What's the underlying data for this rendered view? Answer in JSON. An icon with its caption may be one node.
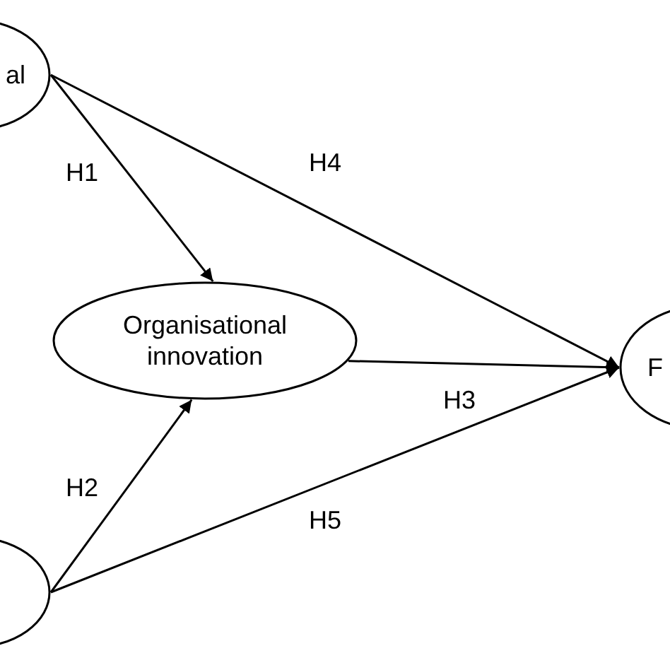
{
  "diagram": {
    "nodes": [
      {
        "text": [
          "al"
        ]
      },
      {
        "text": [
          "Organisational innovation"
        ]
      },
      {
        "text": [],
        "shape": "ellipse"
      },
      {
        "text": [
          "F"
        ]
      }
    ],
    "edges": [
      {
        "from": 0,
        "to": 1,
        "arrow": "to",
        "label": "H1"
      },
      {
        "from": 0,
        "to": 3,
        "arrow": "to",
        "label": "H4"
      },
      {
        "from": 1,
        "to": 3,
        "arrow": "to",
        "label": "H3"
      },
      {
        "from": 2,
        "to": 1,
        "arrow": "to",
        "label": "H2"
      },
      {
        "from": 2,
        "to": 3,
        "arrow": "to",
        "label": "H5"
      }
    ]
  }
}
